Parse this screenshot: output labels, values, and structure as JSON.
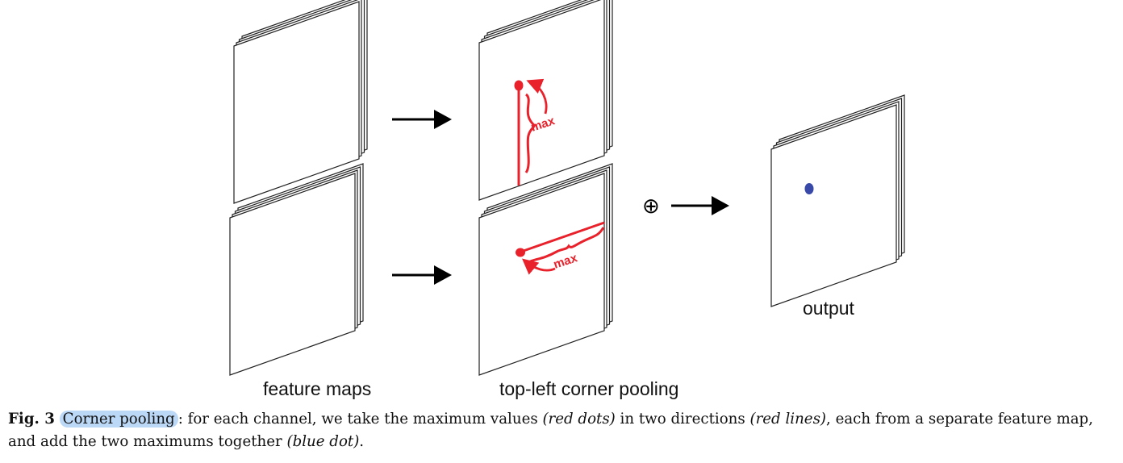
{
  "labels": {
    "feature_maps": "feature maps",
    "corner_pooling": "top-left corner pooling",
    "output": "output",
    "max_top": "max",
    "max_bottom": "max",
    "plus": "⊕"
  },
  "caption": {
    "fig": "Fig. 3",
    "highlight": "Corner pooling",
    "t1": ": for each channel, we take the maximum values ",
    "e1": "(red dots)",
    "t2": " in two directions ",
    "e2": "(red lines)",
    "t3": ", each from a separate feature map, and add the two maximums together ",
    "e3": "(blue dot)",
    "t4": "."
  },
  "colors": {
    "red": "#e8212b",
    "blue": "#3949a8",
    "stroke": "#222222"
  }
}
